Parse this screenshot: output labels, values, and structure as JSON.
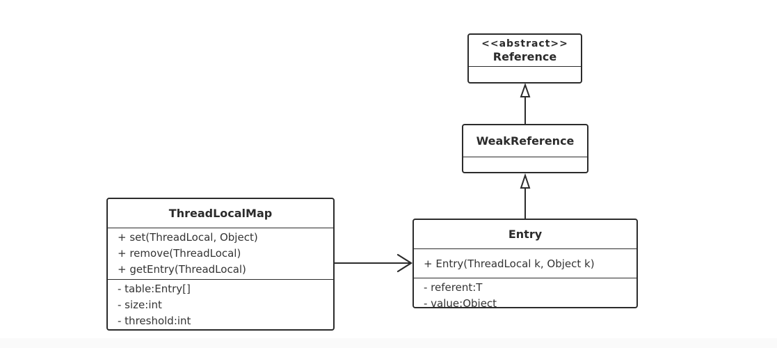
{
  "diagram": {
    "classes": {
      "reference": {
        "stereotype": "<<abstract>>",
        "name": "Reference",
        "methods": [],
        "fields": []
      },
      "weakreference": {
        "name": "WeakReference",
        "methods": [],
        "fields": []
      },
      "threadlocalmap": {
        "name": "ThreadLocalMap",
        "methods": [
          "+ set(ThreadLocal, Object)",
          "+ remove(ThreadLocal)",
          "+ getEntry(ThreadLocal)"
        ],
        "fields": [
          "- table:Entry[]",
          "- size:int",
          "- threshold:int"
        ]
      },
      "entry": {
        "name": "Entry",
        "methods": [
          "+ Entry(ThreadLocal k, Object k)"
        ],
        "fields": [
          "- referent:T",
          "- value:Object"
        ]
      }
    },
    "relations": [
      {
        "type": "generalization",
        "from": "WeakReference",
        "to": "Reference"
      },
      {
        "type": "generalization",
        "from": "Entry",
        "to": "WeakReference"
      },
      {
        "type": "association",
        "from": "ThreadLocalMap",
        "to": "Entry"
      }
    ],
    "colors": {
      "line": "#2b2b2b",
      "background": "#ffffff"
    }
  }
}
